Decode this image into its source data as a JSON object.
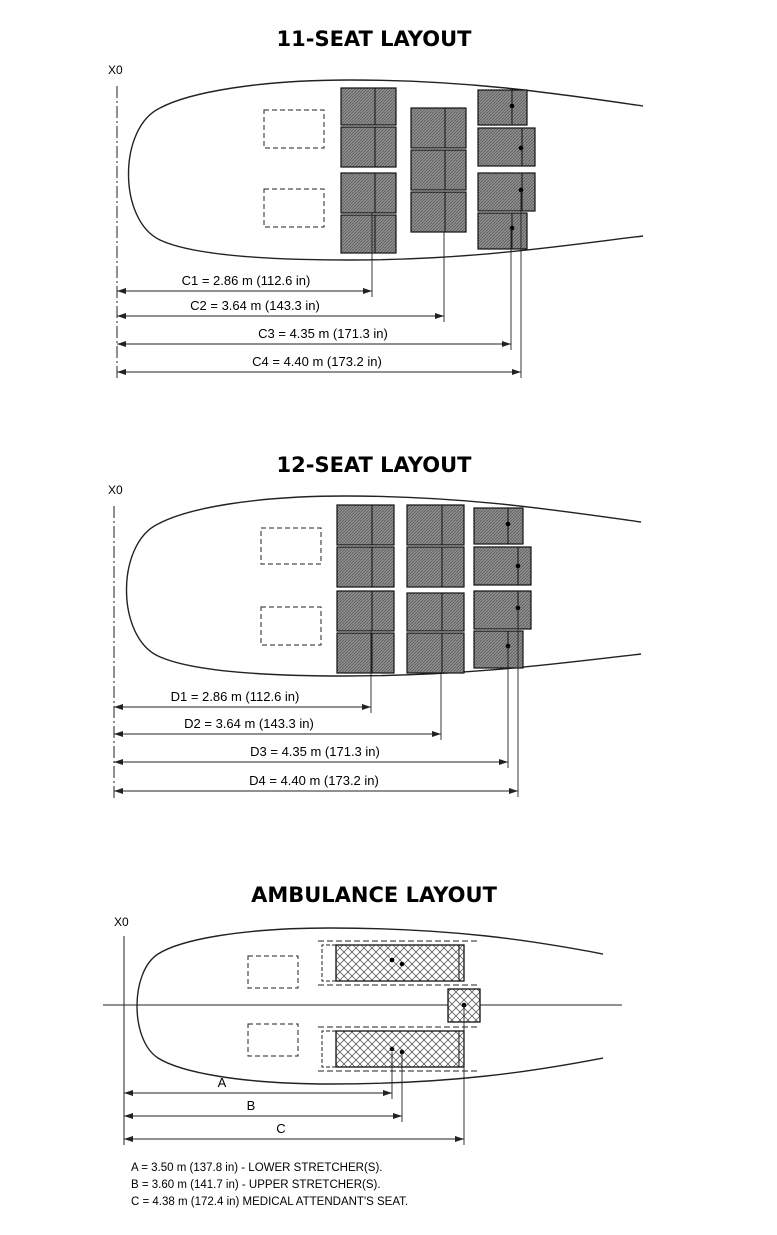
{
  "layouts": [
    {
      "title": "11-SEAT LAYOUT",
      "datum": "X0",
      "dimensions": [
        {
          "label": "C1 = 2.86 m (112.6 in)"
        },
        {
          "label": "C2 = 3.64 m (143.3 in)"
        },
        {
          "label": "C3 = 4.35 m (171.3 in)"
        },
        {
          "label": "C4 = 4.40 m (173.2 in)"
        }
      ]
    },
    {
      "title": "12-SEAT LAYOUT",
      "datum": "X0",
      "dimensions": [
        {
          "label": "D1 = 2.86 m (112.6 in)"
        },
        {
          "label": "D2 = 3.64 m (143.3 in)"
        },
        {
          "label": "D3 = 4.35 m (171.3 in)"
        },
        {
          "label": "D4 = 4.40 m (173.2 in)"
        }
      ]
    },
    {
      "title": "AMBULANCE LAYOUT",
      "datum": "X0",
      "dimensions": [
        {
          "label": "A"
        },
        {
          "label": "B"
        },
        {
          "label": "C"
        }
      ],
      "notes": [
        "A = 3.50 m (137.8 in) - LOWER STRETCHER(S).",
        "B = 3.60 m (141.7 in) - UPPER STRETCHER(S).",
        "C = 4.38 m (172.4 in) MEDICAL ATTENDANT'S SEAT."
      ]
    }
  ]
}
